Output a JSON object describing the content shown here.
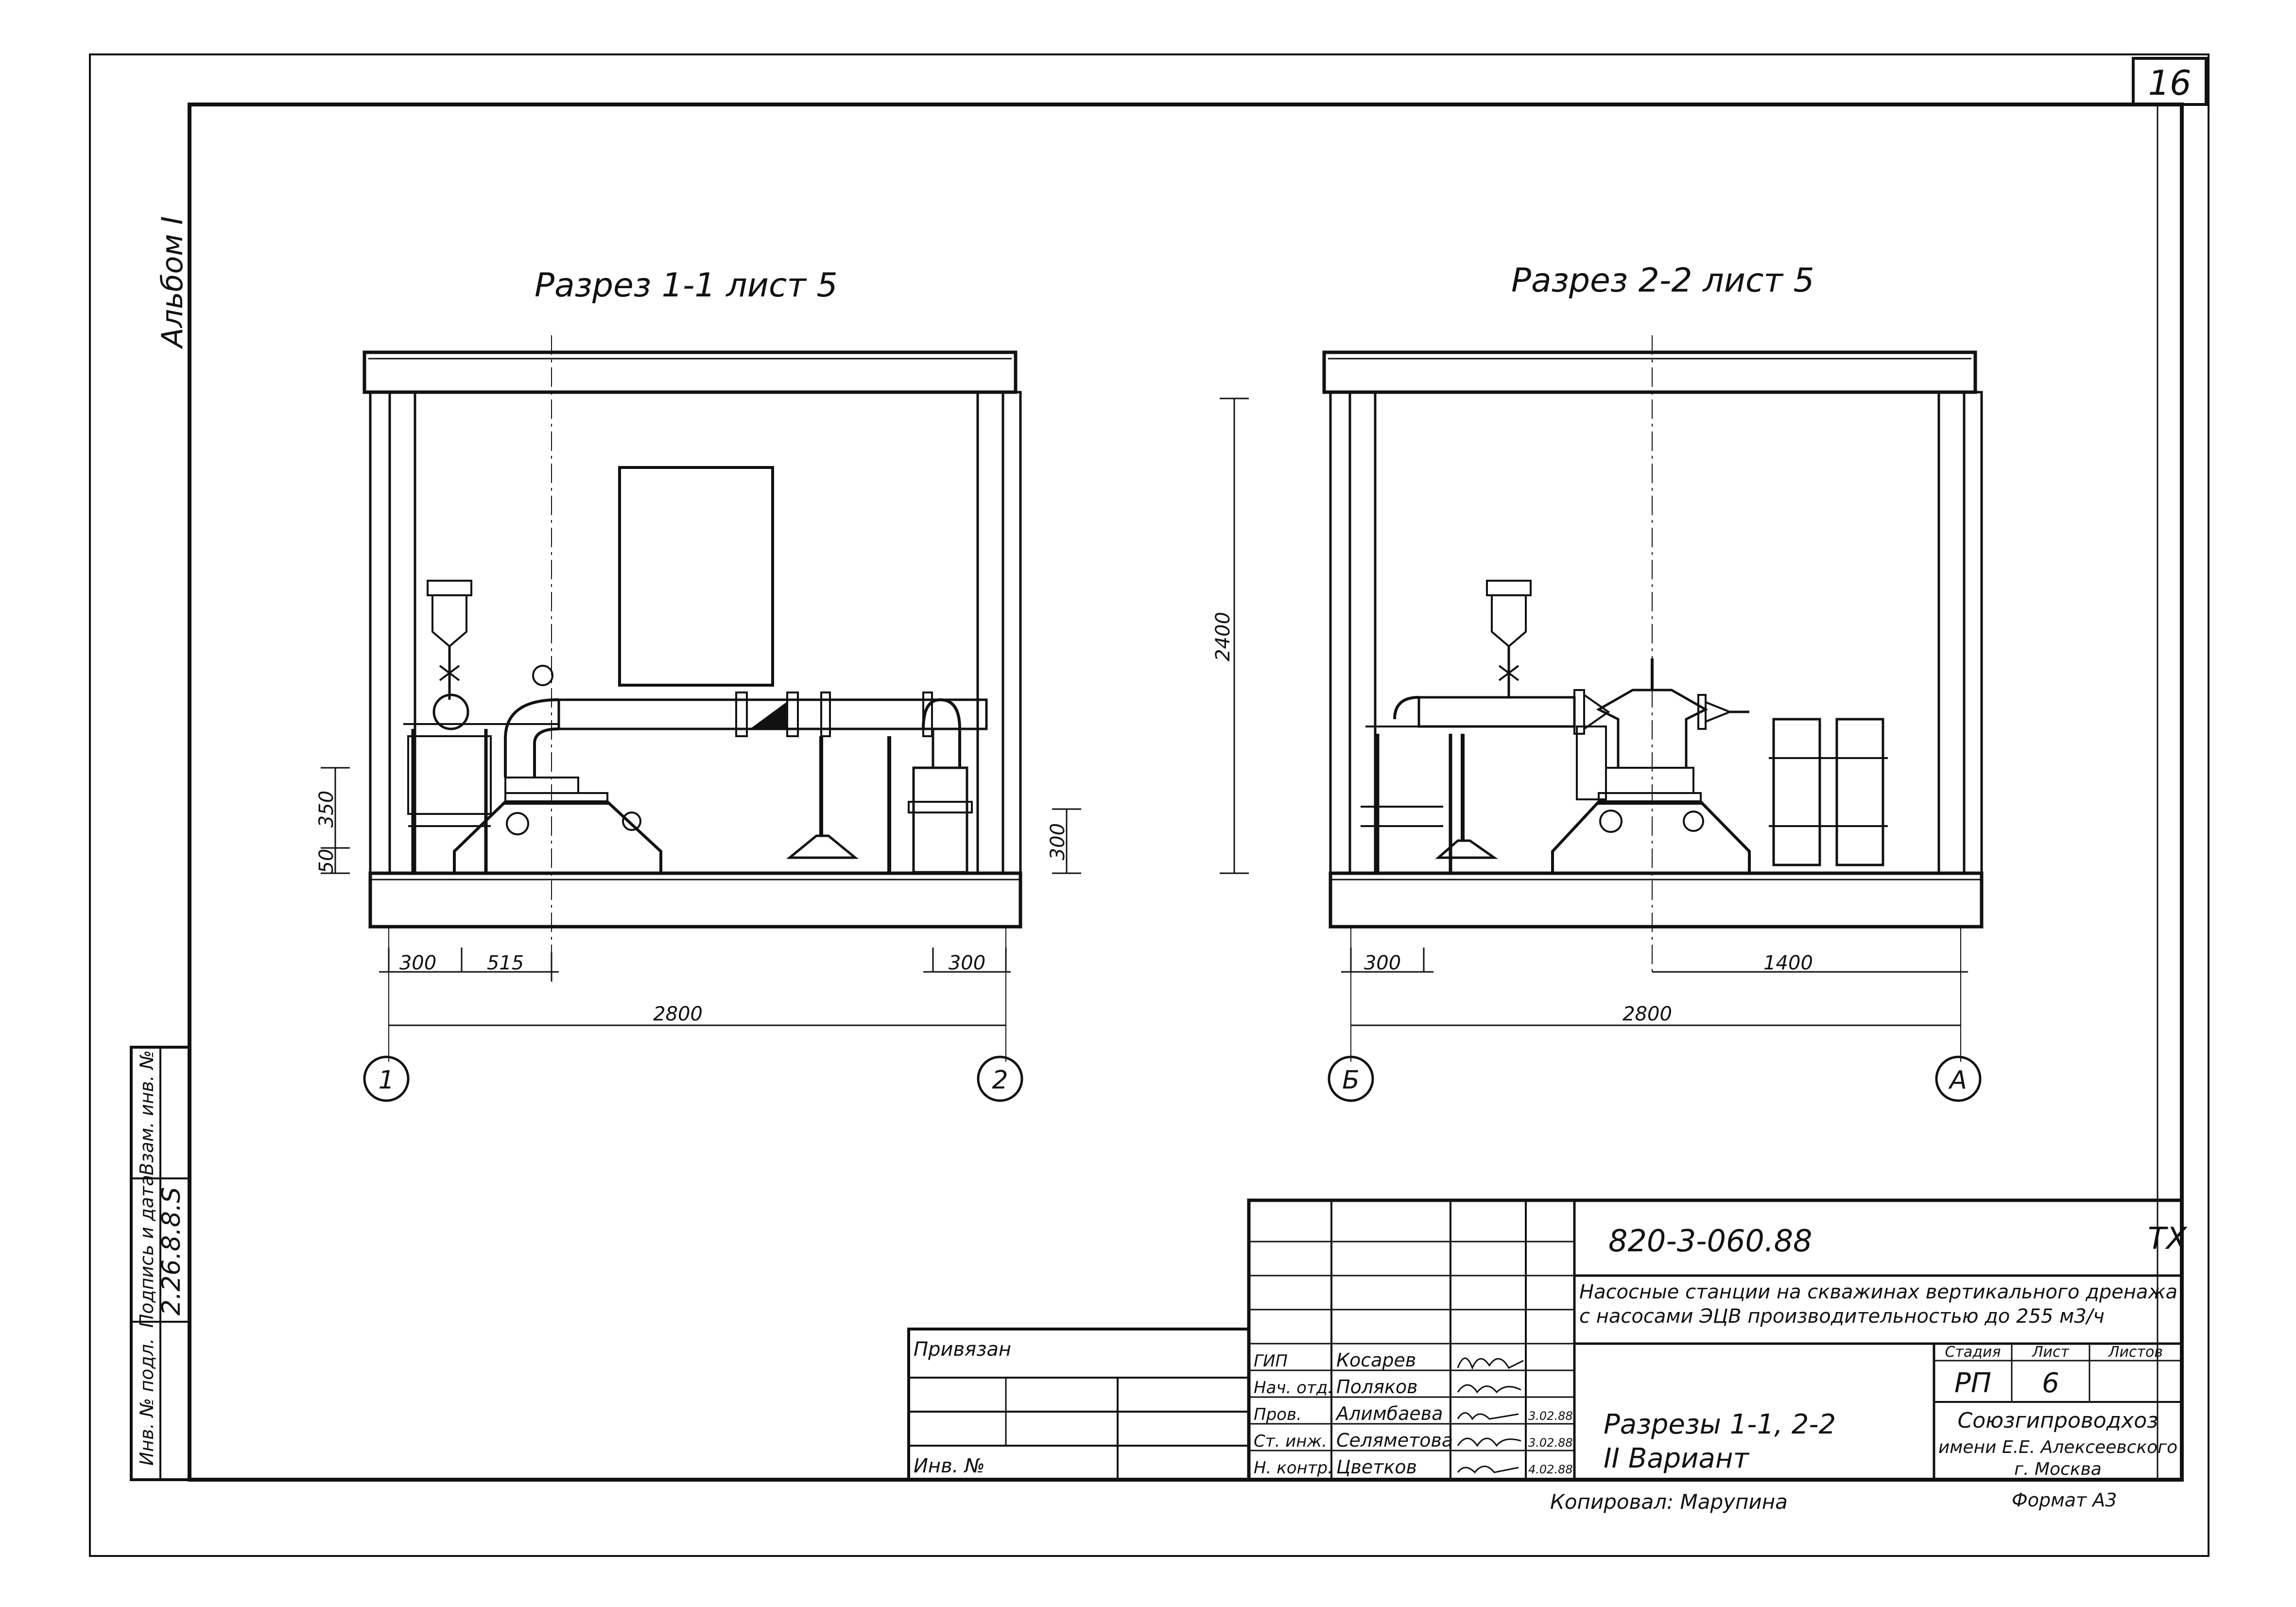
{
  "sheet": {
    "number": "16",
    "album": "Альбом I",
    "copied_by": "Копировал: Марупина",
    "format": "Формат А3"
  },
  "section_1": {
    "title": "Разрез 1-1 лист 5",
    "dims": [
      "300",
      "515",
      "300",
      "2800",
      "350",
      "50",
      "300"
    ],
    "axes": [
      "1",
      "2"
    ]
  },
  "section_2": {
    "title": "Разрез 2-2 лист 5",
    "dims": [
      "2400",
      "300",
      "1400",
      "2800"
    ],
    "axes": [
      "Б",
      "А"
    ]
  },
  "left_strip": {
    "inv_podl": "Инв. № подл.",
    "sign_date": "Подпись и дата",
    "vzam": "Взам. инв. №",
    "handwritten": "2.26.8.8.S"
  },
  "binding": {
    "privyazan": "Привязан",
    "inv_no": "Инв. №"
  },
  "title_block": {
    "code": "820-3-060.88",
    "mark": "ТХ",
    "description_1": "Насосные станции на скважинах вертикального дренажа",
    "description_2": "с насосами ЭЦВ производительностью до 255 м3/ч",
    "sheet_title_1": "Разрезы 1-1, 2-2",
    "sheet_title_2": "II Вариант",
    "stage_label": "Стадия",
    "sheet_label": "Лист",
    "sheets_label": "Листов",
    "stage": "РП",
    "sheet": "6",
    "org_1": "Союзгипроводхоз",
    "org_2": "имени Е.Е. Алексеевского",
    "org_3": "г. Москва",
    "people": [
      {
        "role": "ГИП",
        "name": "Косарев",
        "date": ""
      },
      {
        "role": "Нач. отд.",
        "name": "Поляков",
        "date": ""
      },
      {
        "role": "Пров.",
        "name": "Алимбаева",
        "date": "3.02.88"
      },
      {
        "role": "Ст. инж.",
        "name": "Селяметова",
        "date": "3.02.88"
      },
      {
        "role": "Н. контр.",
        "name": "Цветков",
        "date": "4.02.88"
      }
    ]
  }
}
